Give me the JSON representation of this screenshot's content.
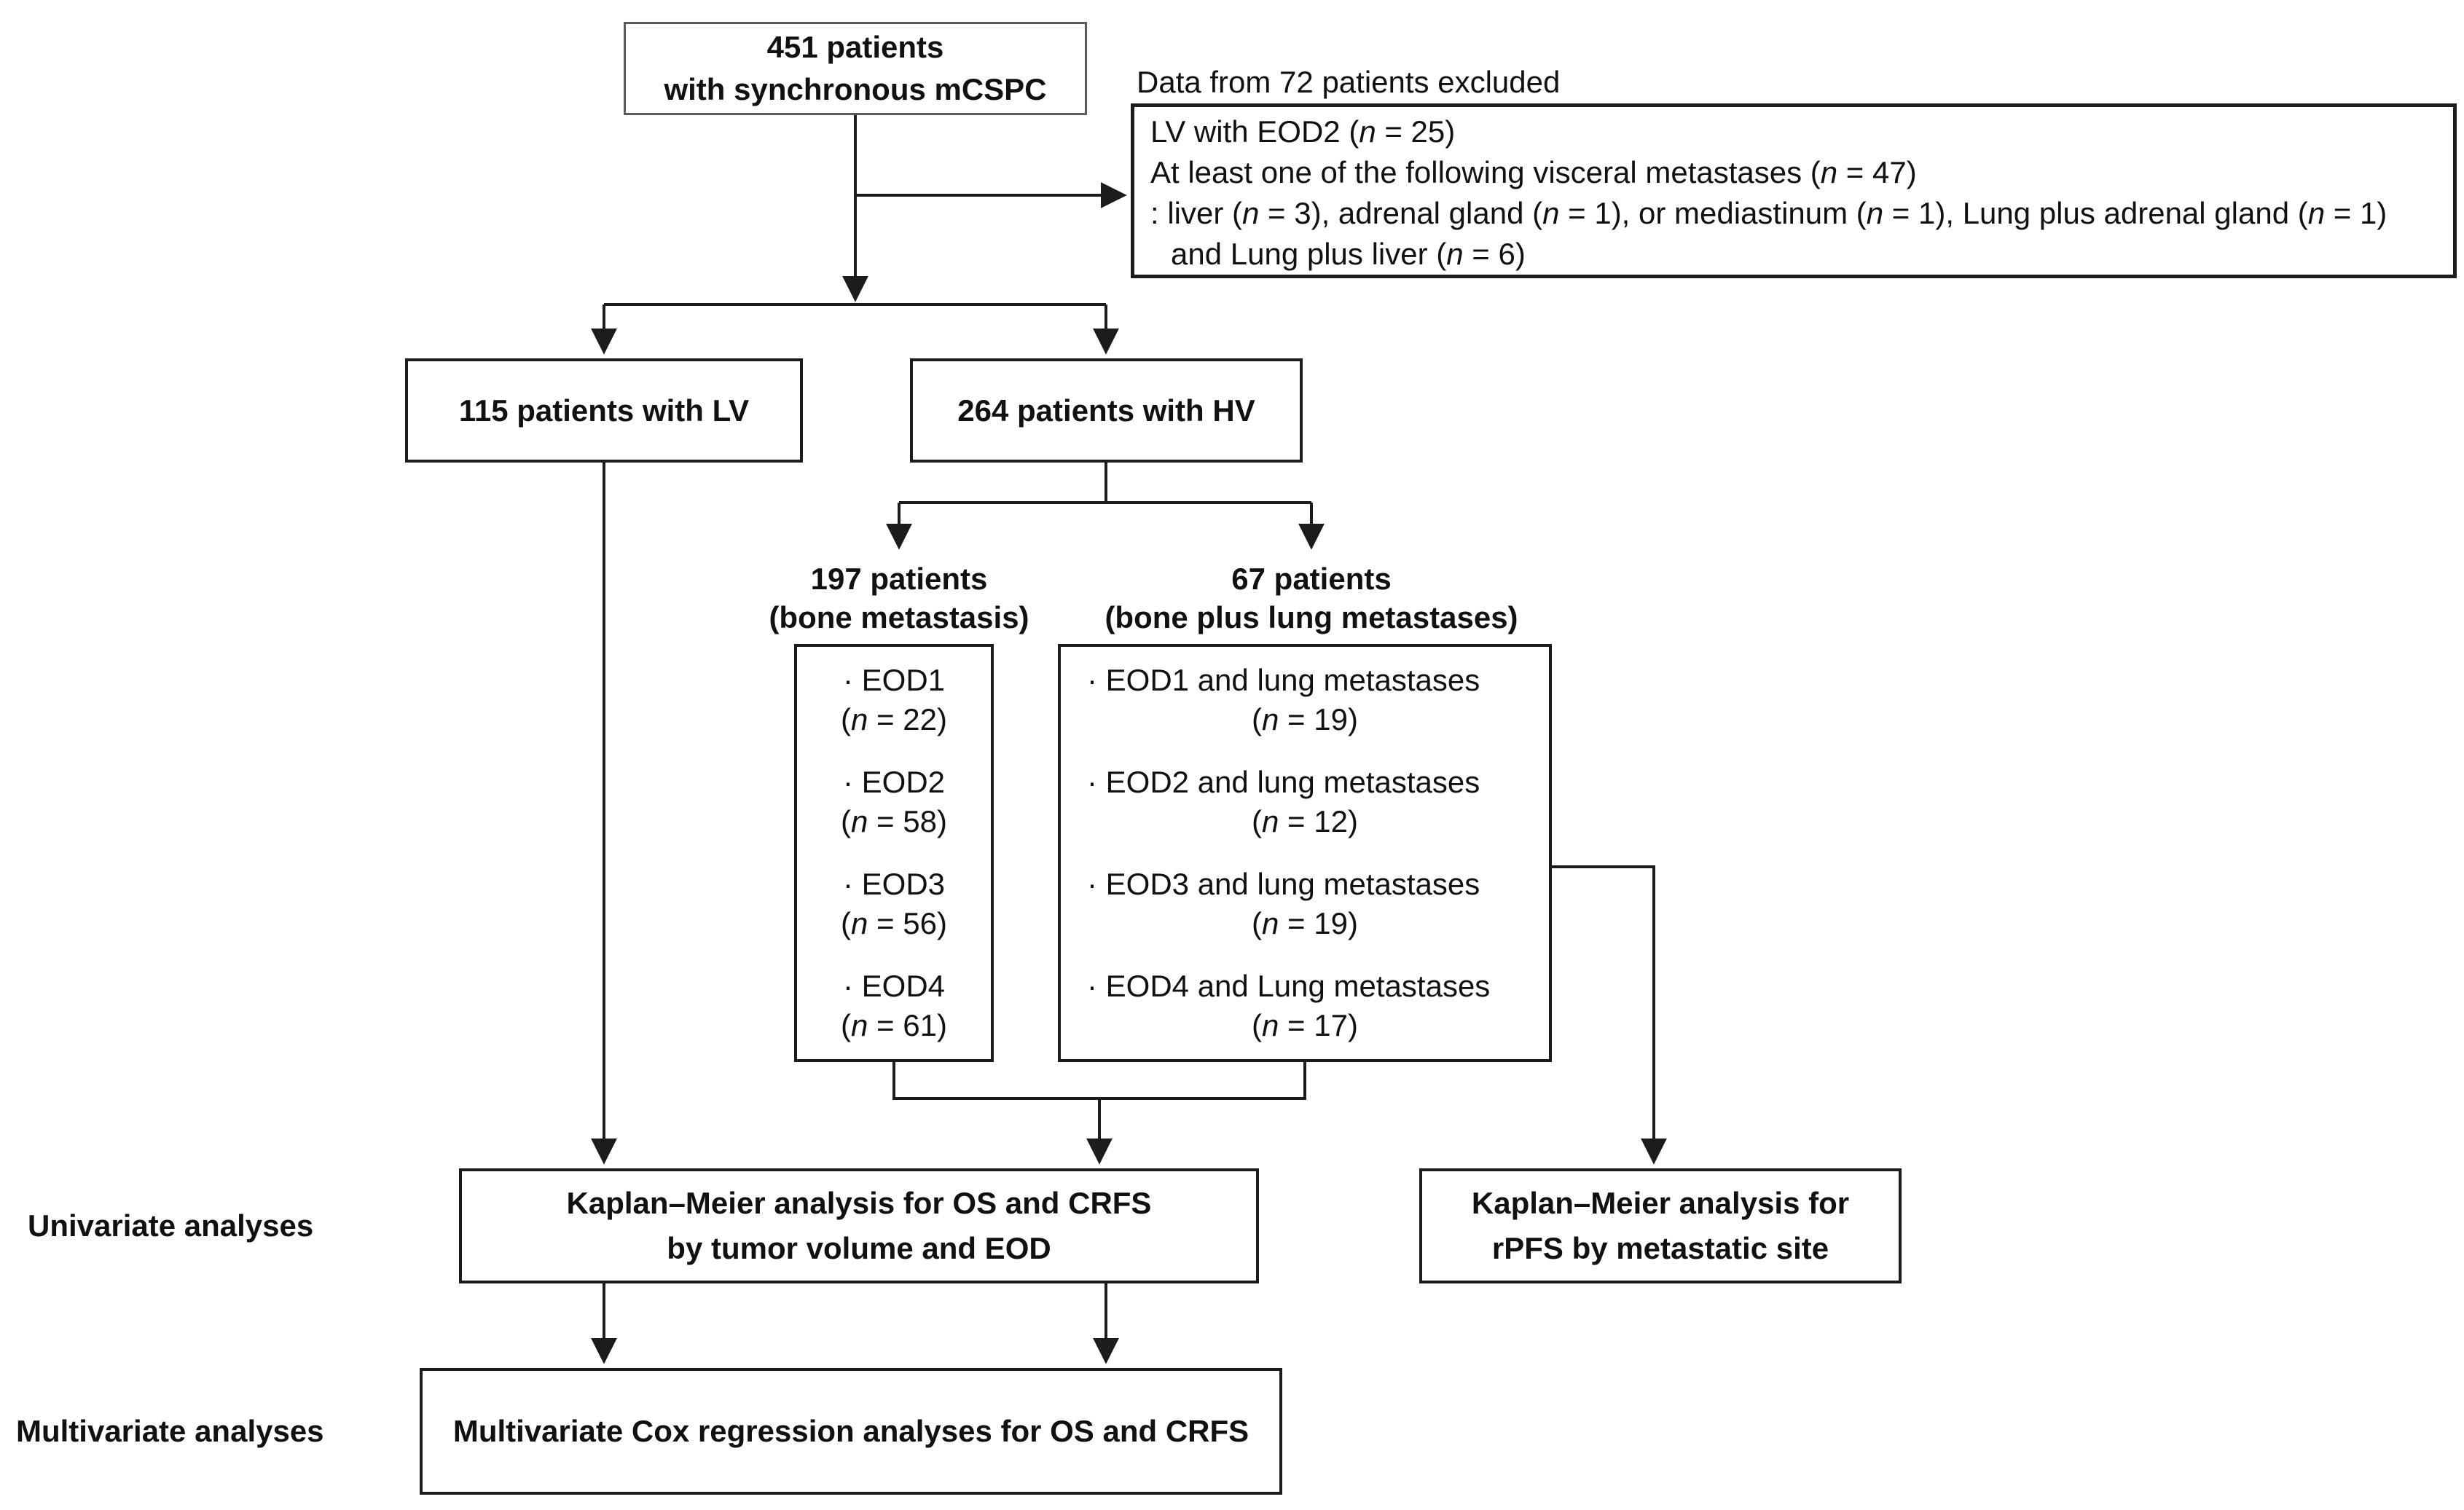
{
  "flow": {
    "top_box": {
      "line1": "451 patients",
      "line2": "with synchronous mCSPC"
    },
    "excluded": {
      "label": "Data from 72 patients excluded",
      "lines": [
        "LV with EOD2 (n = 25)",
        "At least one of the following visceral metastases (n = 47)",
        ": liver (n = 3), adrenal gland (n = 1), or mediastinum (n = 1), Lung plus adrenal gland (n = 1)",
        "and Lung plus liver (n = 6)"
      ]
    },
    "lv_box": "115 patients with LV",
    "hv_box": "264 patients with HV",
    "bone_group": {
      "line1": "197 patients",
      "line2": "(bone metastasis)"
    },
    "bone_lung_group": {
      "line1": "67 patients",
      "line2": "(bone plus lung metastases)"
    },
    "eod_bone": [
      {
        "label": "· EOD1",
        "n": "(n = 22)"
      },
      {
        "label": "· EOD2",
        "n": "(n = 58)"
      },
      {
        "label": "· EOD3",
        "n": "(n = 56)"
      },
      {
        "label": "· EOD4",
        "n": "(n = 61)"
      }
    ],
    "eod_bone_lung": [
      {
        "label": "· EOD1 and lung metastases",
        "n": "(n = 19)"
      },
      {
        "label": "· EOD2 and lung metastases",
        "n": "(n = 12)"
      },
      {
        "label": "· EOD3 and lung metastases",
        "n": "(n = 19)"
      },
      {
        "label": "· EOD4 and Lung metastases",
        "n": "(n = 17)"
      }
    ],
    "km_os_crfs": {
      "line1": "Kaplan–Meier analysis for OS and CRFS",
      "line2": "by tumor volume and EOD"
    },
    "km_rpfs": {
      "line1": "Kaplan–Meier analysis for",
      "line2": "rPFS by metastatic site"
    },
    "multivariate_box": "Multivariate Cox regression analyses for OS and CRFS",
    "row_labels": {
      "univariate": "Univariate analyses",
      "multivariate": "Multivariate analyses"
    }
  },
  "colors": {
    "background": "#ffffff",
    "line": "#1c1c1c",
    "text": "#111111"
  }
}
